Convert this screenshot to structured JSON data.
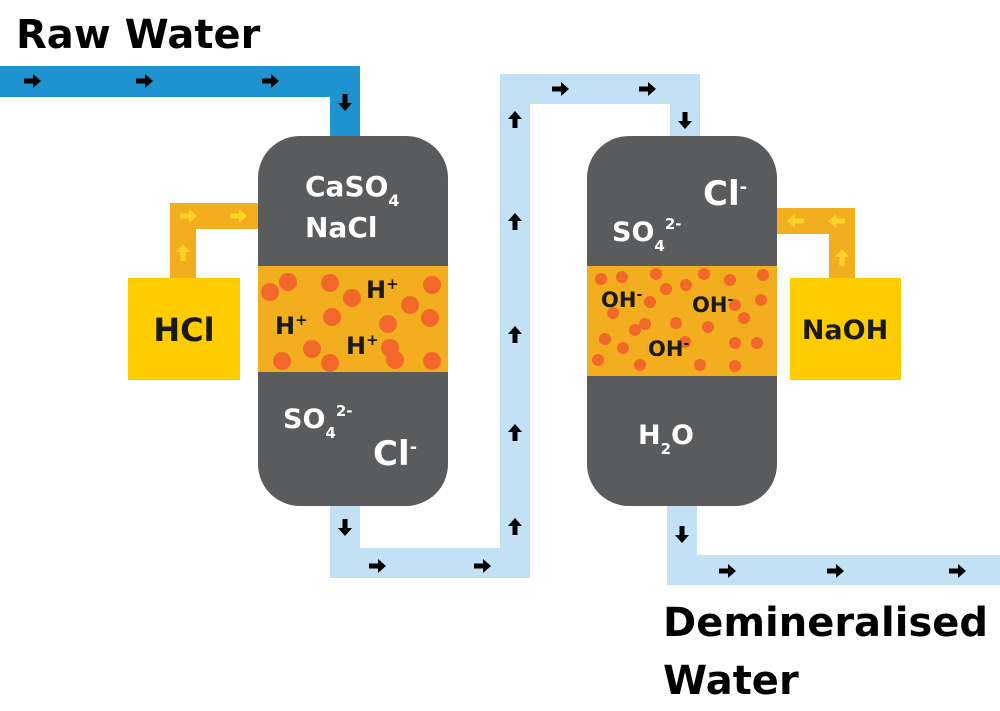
{
  "title_in": "Raw Water",
  "title_out_line1": "Demineralised",
  "title_out_line2": "Water",
  "colors": {
    "raw_pipe": "#1e93d0",
    "treated_pipe": "#c3e1f4",
    "vessel": "#5a5b5d",
    "resin": "#f2ae1f",
    "bead": "#f2682a",
    "reagent_tank": "#ffcc00",
    "reagent_pipe": "#f2ae1f",
    "reagent_arrow": "#ffd32a",
    "arrow": "#000000",
    "vessel_text": "#ffffff",
    "resin_text": "#1a1a1a"
  },
  "cation_unit": {
    "top_labels": [
      "CaSO",
      "4",
      "NaCl"
    ],
    "resin_ion": "H",
    "resin_charge": "+",
    "bottom_so4": "SO",
    "bottom_so4_sub": "4",
    "bottom_so4_charge": "2-",
    "bottom_cl": "Cl",
    "bottom_cl_charge": "-",
    "reagent": "HCl"
  },
  "anion_unit": {
    "top_cl": "Cl",
    "top_cl_charge": "-",
    "top_so4": "SO",
    "top_so4_sub": "4",
    "top_so4_charge": "2-",
    "resin_ion": "OH",
    "resin_charge": "-",
    "bottom_h": "H",
    "bottom_h_sub": "2",
    "bottom_o": "O",
    "reagent": "NaOH"
  }
}
